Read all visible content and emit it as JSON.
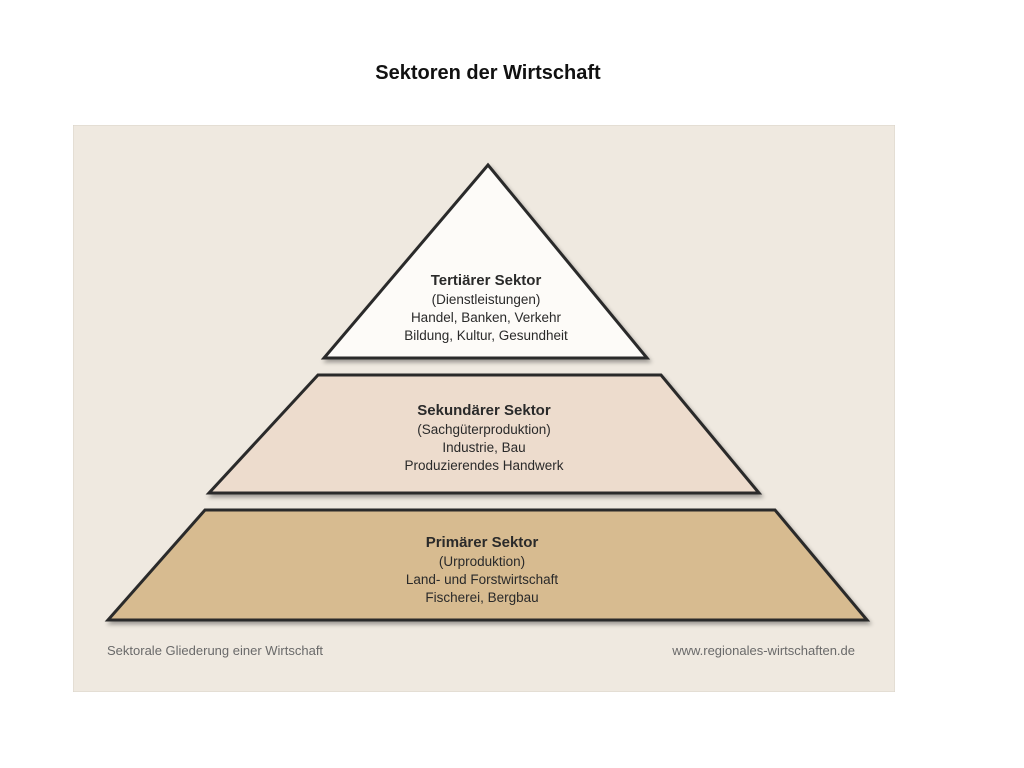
{
  "slide_title": "Sektoren der Wirtschaft",
  "colors": {
    "figure_background": "#efe9e0",
    "tertiary_fill": "#fdfbf8",
    "secondary_fill": "#eddccd",
    "primary_fill": "#d7bb90",
    "outline": "#2b2b2b"
  },
  "pyramid": {
    "tertiary": {
      "title": "Tertiärer Sektor",
      "lines": [
        "(Dienstleistungen)",
        "Handel, Banken, Verkehr",
        "Bildung, Kultur, Gesundheit"
      ]
    },
    "secondary": {
      "title": "Sekundärer Sektor",
      "lines": [
        "(Sachgüterproduktion)",
        "Industrie, Bau",
        "Produzierendes Handwerk"
      ]
    },
    "primary": {
      "title": "Primärer Sektor",
      "lines": [
        "(Urproduktion)",
        "Land- und Forstwirtschaft",
        "Fischerei, Bergbau"
      ]
    }
  },
  "footer": {
    "caption": "Sektorale Gliederung einer Wirtschaft",
    "source": "www.regionales-wirtschaften.de"
  }
}
